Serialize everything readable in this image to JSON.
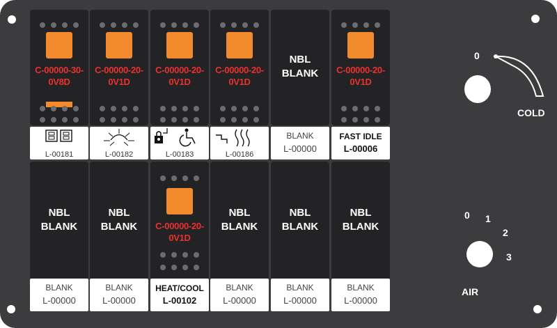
{
  "upper_switches": [
    {
      "lit": true,
      "bar": true,
      "code": [
        "C-00000-30-",
        "0V8D"
      ]
    },
    {
      "lit": true,
      "bar": false,
      "code": [
        "C-00000-20-",
        "0V1D"
      ]
    },
    {
      "lit": true,
      "bar": false,
      "code": [
        "C-00000-20-",
        "0V1D"
      ]
    },
    {
      "lit": true,
      "bar": false,
      "code": [
        "C-00000-20-",
        "0V1D"
      ]
    },
    {
      "lit": false,
      "bar": false,
      "blank": [
        "NBL",
        "BLANK"
      ]
    },
    {
      "lit": true,
      "bar": false,
      "code": [
        "C-00000-20-",
        "0V1D"
      ]
    }
  ],
  "upper_labels": [
    {
      "icon": "hazard-switch-icon",
      "code": "L-00181"
    },
    {
      "icon": "light-rays-icon",
      "code": "L-00182"
    },
    {
      "icon": "wheelchair-lock-icon",
      "code": "L-00183"
    },
    {
      "icon": "step-heat-icon",
      "code": "L-00186"
    },
    {
      "title": "BLANK",
      "code": "L-00000",
      "bold": false
    },
    {
      "title": "FAST IDLE",
      "code": "L-00006",
      "bold": true
    }
  ],
  "lower_switches": [
    {
      "lit": false,
      "blank": [
        "NBL",
        "BLANK"
      ]
    },
    {
      "lit": false,
      "blank": [
        "NBL",
        "BLANK"
      ]
    },
    {
      "lit": true,
      "code": [
        "C-00000-20-",
        "0V1D"
      ]
    },
    {
      "lit": false,
      "blank": [
        "NBL",
        "BLANK"
      ]
    },
    {
      "lit": false,
      "blank": [
        "NBL",
        "BLANK"
      ]
    },
    {
      "lit": false,
      "blank": [
        "NBL",
        "BLANK"
      ]
    }
  ],
  "lower_labels": [
    {
      "title": "BLANK",
      "code": "L-00000",
      "bold": false
    },
    {
      "title": "BLANK",
      "code": "L-00000",
      "bold": false
    },
    {
      "title": "HEAT/COOL",
      "code": "L-00102",
      "bold": true
    },
    {
      "title": "BLANK",
      "code": "L-00000",
      "bold": false
    },
    {
      "title": "BLANK",
      "code": "L-00000",
      "bold": false
    },
    {
      "title": "BLANK",
      "code": "L-00000",
      "bold": false
    }
  ],
  "temp_dial": {
    "zero": "0",
    "label": "COLD"
  },
  "air_dial": {
    "positions": [
      "0",
      "1",
      "2",
      "3"
    ],
    "label": "AIR"
  },
  "colors": {
    "panel": "#3c3c3e",
    "switch": "#232325",
    "indicator": "#f28a2e",
    "code_text": "#e8322e"
  }
}
